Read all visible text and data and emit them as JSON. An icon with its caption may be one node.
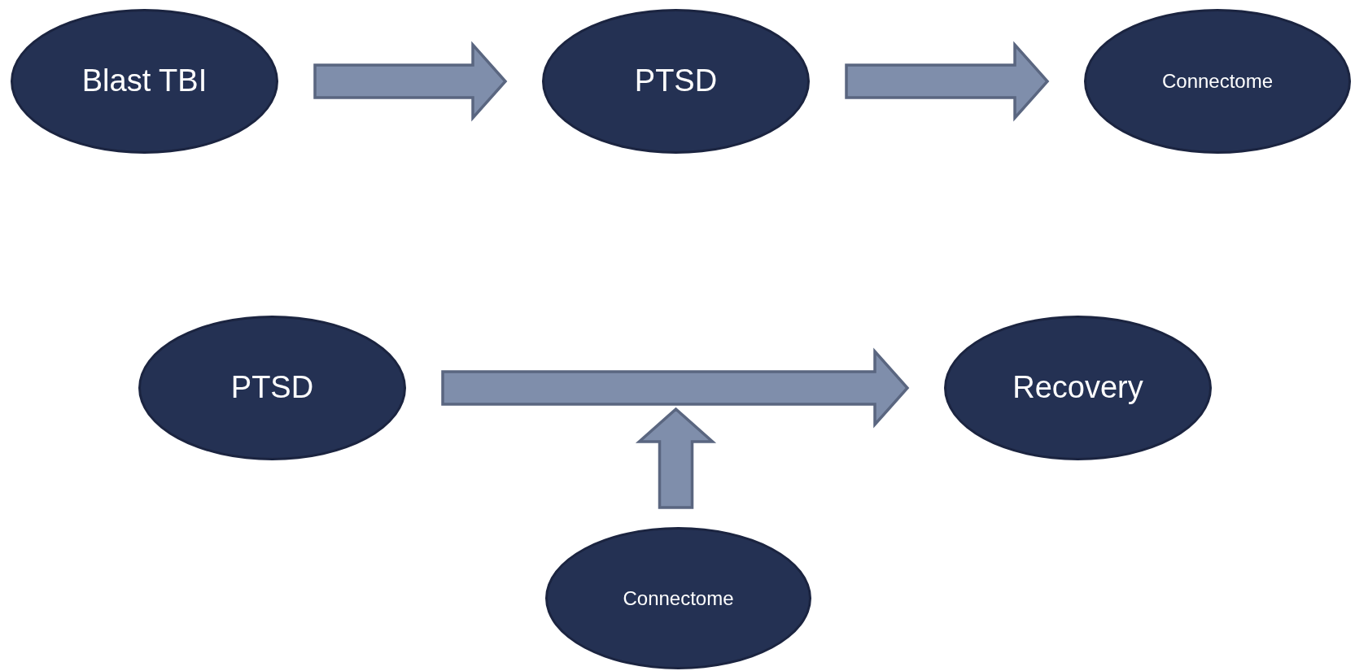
{
  "diagram": {
    "nodes": [
      {
        "text": [
          "Blast TBI"
        ]
      },
      {
        "text": [
          "PTSD"
        ]
      },
      {
        "text": [
          "Connectome"
        ]
      },
      {
        "text": [
          "PTSD"
        ]
      },
      {
        "text": [
          "Recovery"
        ]
      },
      {
        "text": [
          "Connectome"
        ]
      }
    ],
    "edges": [
      {
        "from": 0,
        "to": 1,
        "arrow": "to"
      },
      {
        "from": 1,
        "to": 2,
        "arrow": "to"
      },
      {
        "from": 3,
        "to": 4,
        "arrow": "to"
      },
      {
        "from": 5,
        "to": null,
        "arrow": "to"
      }
    ]
  }
}
